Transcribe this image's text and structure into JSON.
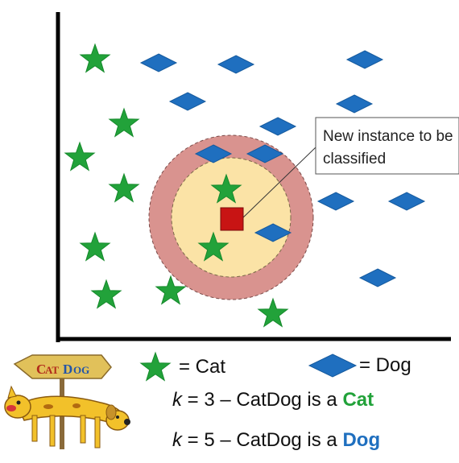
{
  "callout": {
    "text": "New instance to be classified"
  },
  "legend": {
    "cat_label": "= Cat",
    "dog_label": "= Dog"
  },
  "rules": {
    "k3": {
      "k": "k",
      "prefix": " = 3 – CatDog is a ",
      "result": "Cat"
    },
    "k5": {
      "k": "k",
      "prefix": " = 5 – CatDog is a ",
      "result": "Dog"
    }
  },
  "logo": {
    "text": "CATDOG"
  },
  "colors": {
    "cat": "#22a23a",
    "dog": "#1f6fbf",
    "query": "#c81414",
    "inner_circle": "#fbe3a6",
    "outer_ring": "#d9938f"
  },
  "icons": {
    "cat": "star-icon",
    "dog": "diamond-icon",
    "query": "square-icon"
  }
}
